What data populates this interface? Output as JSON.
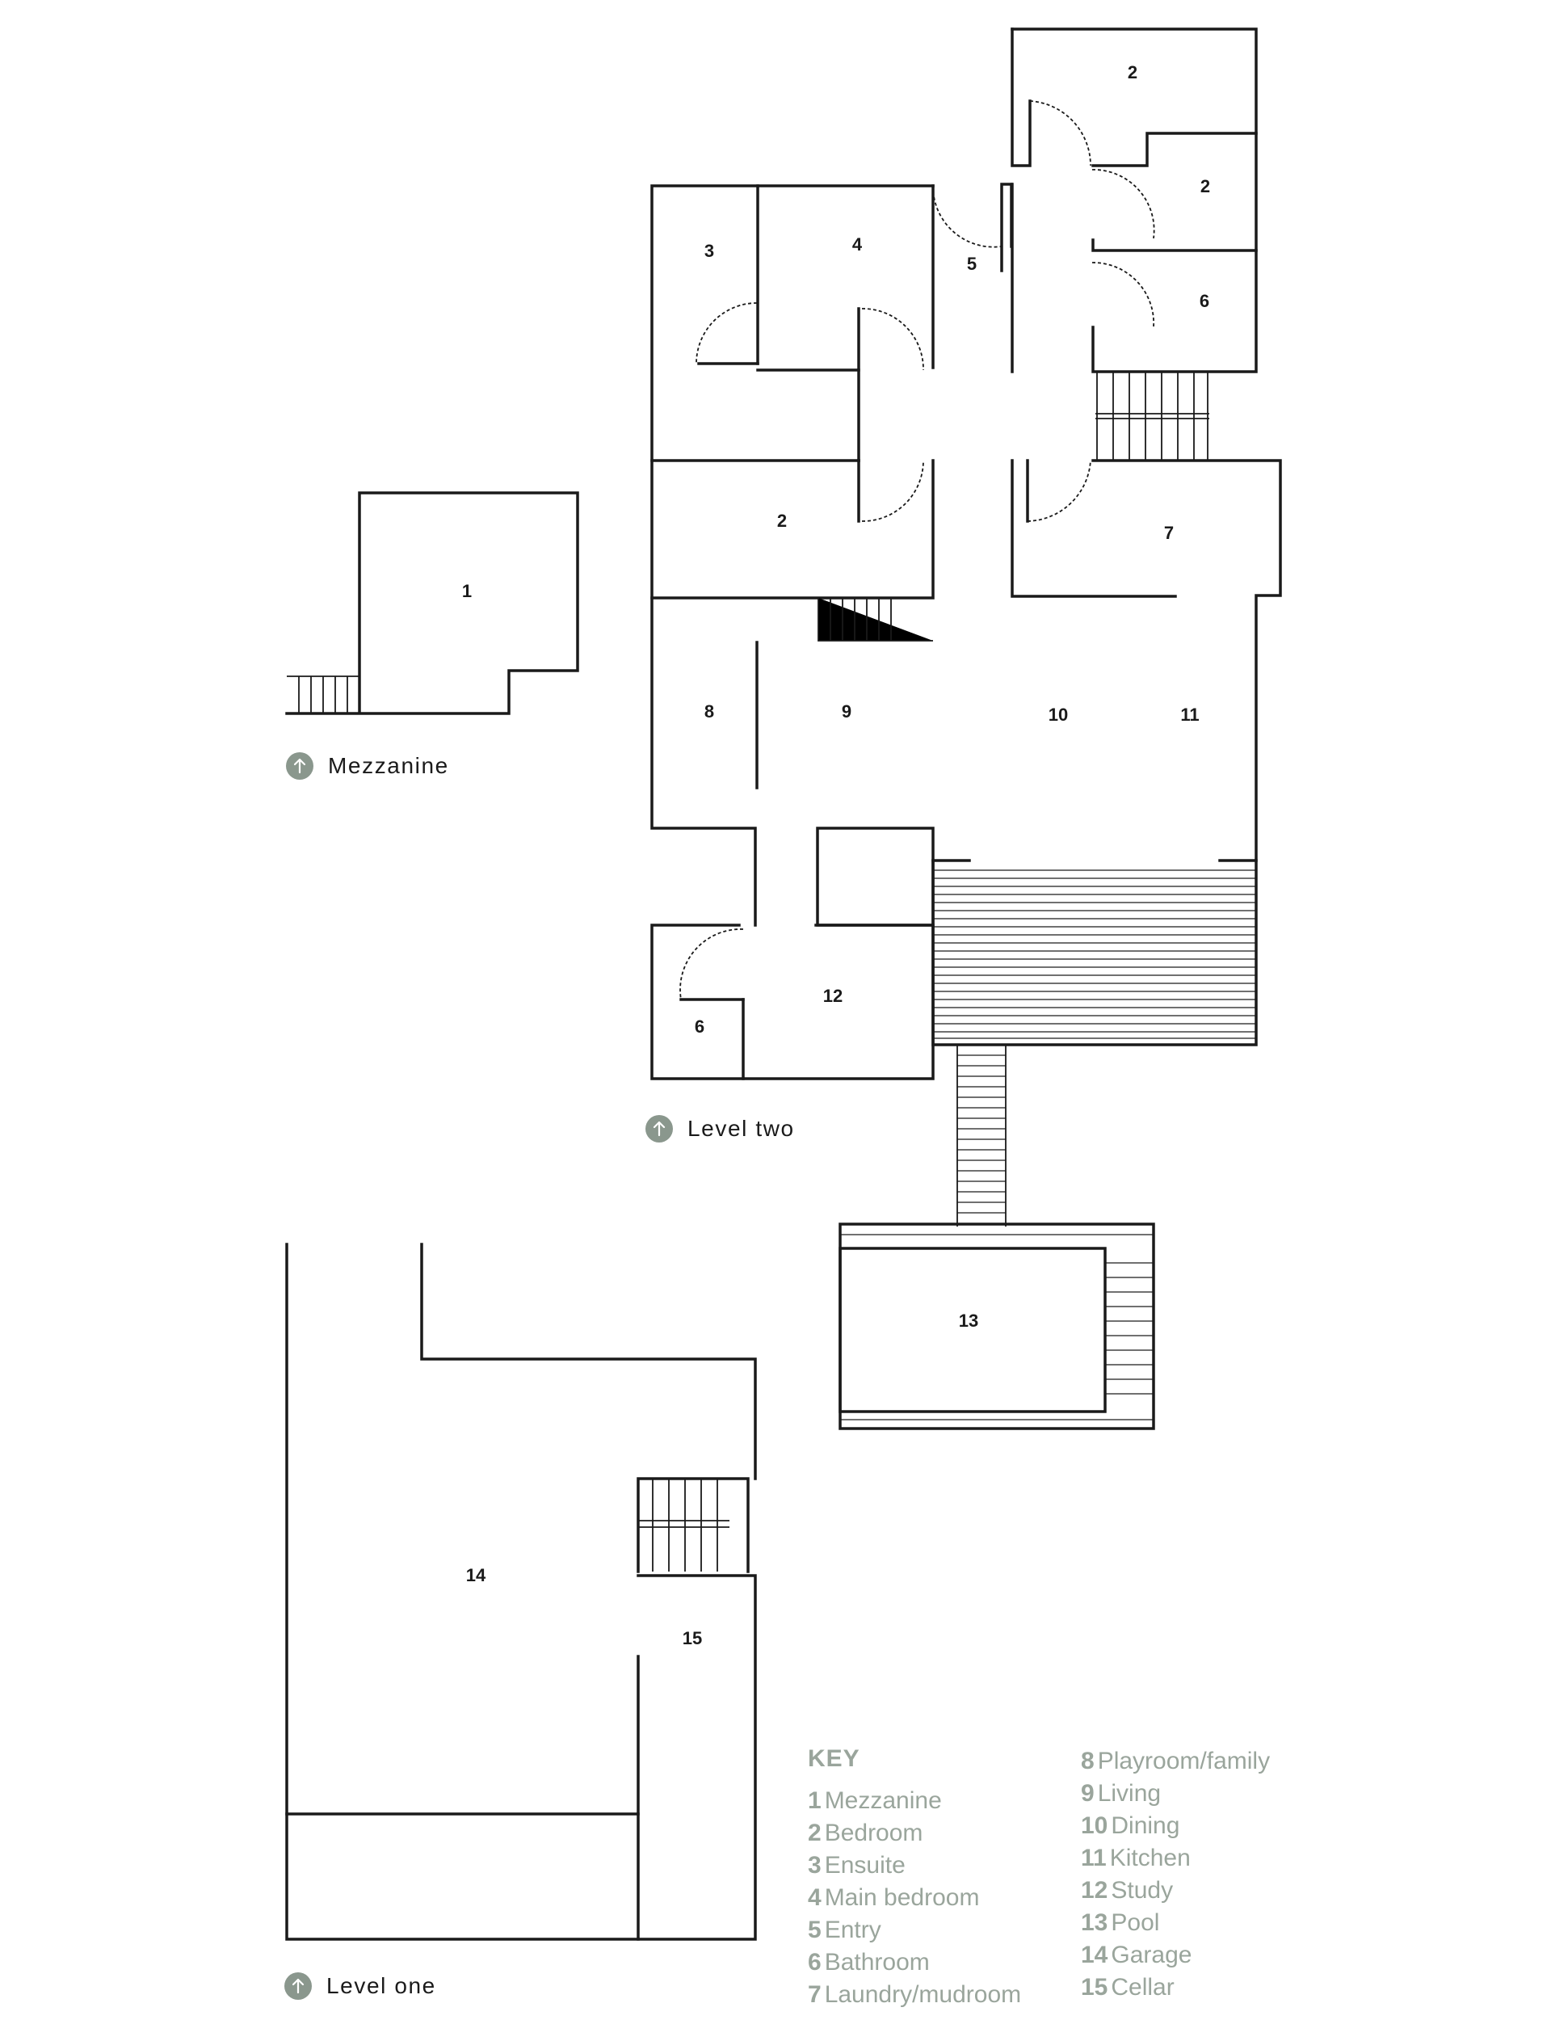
{
  "rooms": {
    "r1": "1",
    "r2a": "2",
    "r2b": "2",
    "r2c": "2",
    "r3": "3",
    "r4": "4",
    "r5": "5",
    "r6a": "6",
    "r6b": "6",
    "r7": "7",
    "r8": "8",
    "r9": "9",
    "r10": "10",
    "r11": "11",
    "r12": "12",
    "r13": "13",
    "r14": "14",
    "r15": "15"
  },
  "captions": {
    "mezzanine": "Mezzanine",
    "level_two": "Level two",
    "level_one": "Level one"
  },
  "key": {
    "title": "KEY",
    "items": [
      {
        "num": "1",
        "label": "Mezzanine"
      },
      {
        "num": "2",
        "label": "Bedroom"
      },
      {
        "num": "3",
        "label": "Ensuite"
      },
      {
        "num": "4",
        "label": "Main bedroom"
      },
      {
        "num": "5",
        "label": "Entry"
      },
      {
        "num": "6",
        "label": "Bathroom"
      },
      {
        "num": "7",
        "label": "Laundry/mudroom"
      },
      {
        "num": "8",
        "label": "Playroom/family"
      },
      {
        "num": "9",
        "label": "Living"
      },
      {
        "num": "10",
        "label": "Dining"
      },
      {
        "num": "11",
        "label": "Kitchen"
      },
      {
        "num": "12",
        "label": "Study"
      },
      {
        "num": "13",
        "label": "Pool"
      },
      {
        "num": "14",
        "label": "Garage"
      },
      {
        "num": "15",
        "label": "Cellar"
      }
    ]
  },
  "colors": {
    "ink": "#1a1a1a",
    "accent": "#8a978d",
    "key_text": "#9aa59c"
  },
  "icons": {
    "north_marker": "north-arrow-icon"
  }
}
